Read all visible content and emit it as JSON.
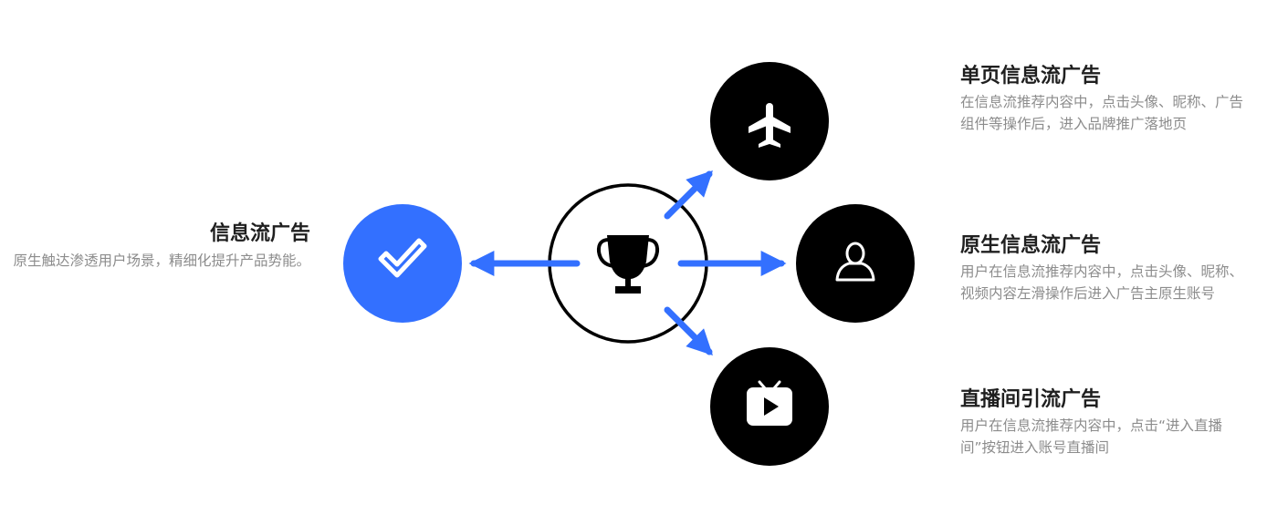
{
  "left": {
    "title": "信息流广告",
    "desc": "原生触达渗透用户场景，精细化提升产品势能。"
  },
  "items": [
    {
      "title": "单页信息流广告",
      "desc": "在信息流推荐内容中，点击头像、昵称、广告组件等操作后，进入品牌推广落地页",
      "icon": "airplane-icon"
    },
    {
      "title": "原生信息流广告",
      "desc": "用户在信息流推荐内容中，点击头像、昵称、视频内容左滑操作后进入广告主原生账号",
      "icon": "user-icon"
    },
    {
      "title": "直播间引流广告",
      "desc": "用户在信息流推荐内容中，点击“进入直播间”按钮进入账号直播间",
      "icon": "tv-play-icon"
    }
  ],
  "colors": {
    "accent": "#3370ff",
    "node": "#000000",
    "title": "#1f1f1f",
    "desc": "#8c8c8c"
  }
}
